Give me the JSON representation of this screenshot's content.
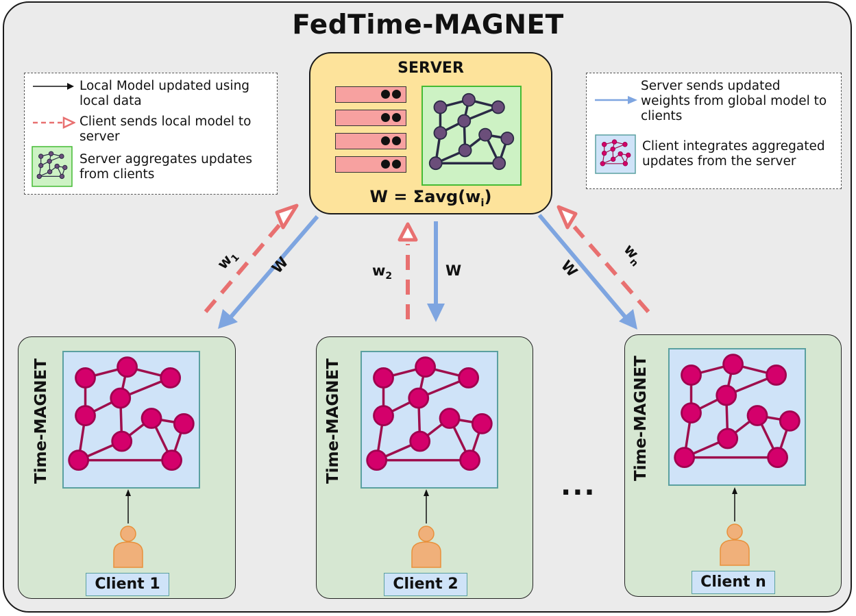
{
  "title": "FedTime-MAGNET",
  "legend_left": {
    "items": [
      {
        "icon": "solid-black-arrow",
        "lines": [
          "Local Model updated using",
          "local data"
        ]
      },
      {
        "icon": "dashed-red-arrow",
        "lines": [
          "Client sends local model to",
          "server"
        ]
      },
      {
        "icon": "green-graph-icon",
        "lines": [
          "Server aggregates updates",
          "from clients"
        ]
      }
    ]
  },
  "legend_right": {
    "items": [
      {
        "icon": "blue-arrow",
        "lines": [
          "Server sends updated",
          "weights from global model to",
          "clients"
        ]
      },
      {
        "icon": "blue-graph-icon",
        "lines": [
          "Client integrates aggregated",
          "updates from the server"
        ]
      }
    ]
  },
  "server": {
    "title": "SERVER",
    "formula": "W = Σavg(w",
    "formula_sub": "i",
    "formula_end": ")"
  },
  "arrows": {
    "down_label": "W",
    "up_labels": [
      {
        "base": "w",
        "sub": "1"
      },
      {
        "base": "w",
        "sub": "2"
      },
      {
        "base": "w",
        "sub": "n"
      }
    ]
  },
  "clients": [
    {
      "model": "Time-MAGNET",
      "name": "Client 1"
    },
    {
      "model": "Time-MAGNET",
      "name": "Client 2"
    },
    {
      "model": "Time-MAGNET",
      "name": "Client n"
    }
  ],
  "ellipsis": "...",
  "colors": {
    "server_fill": "#fde39b",
    "client_fill": "#d6e7d2",
    "graph_node_client": "#d4006b",
    "graph_edge_client": "#9e0e4c",
    "graph_node_server": "#6b4e7a",
    "server_arrow": "#7ea5e0",
    "client_arrow": "#e87070",
    "person": "#f0b07a"
  }
}
